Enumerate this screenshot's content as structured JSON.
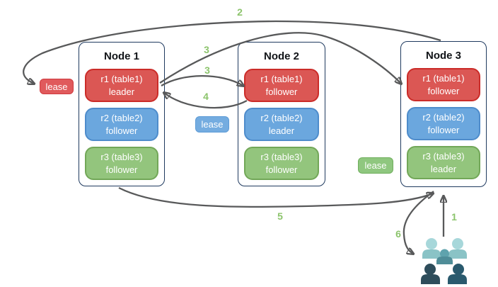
{
  "diagram_title": "leaseholder-rebalancing-diagram",
  "colors": {
    "background": "#ffffff",
    "node_border": "#1f3a5f",
    "arrow": "#58595a",
    "step_label": "#8cc46c",
    "red_fill": "#db5754",
    "red_border": "#cb2c29",
    "blue_fill": "#6ba7de",
    "blue_border": "#4e8ccb",
    "green_fill": "#93c57d",
    "green_border": "#72a758"
  },
  "nodes": [
    {
      "title": "Node 1",
      "replicas": [
        {
          "range": "r1 (table1)",
          "role": "leader",
          "color": "red"
        },
        {
          "range": "r2 (table2)",
          "role": "follower",
          "color": "blue"
        },
        {
          "range": "r3 (table3)",
          "role": "follower",
          "color": "green"
        }
      ]
    },
    {
      "title": "Node 2",
      "replicas": [
        {
          "range": "r1 (table1)",
          "role": "follower",
          "color": "red"
        },
        {
          "range": "r2 (table2)",
          "role": "leader",
          "color": "blue"
        },
        {
          "range": "r3 (table3)",
          "role": "follower",
          "color": "green"
        }
      ]
    },
    {
      "title": "Node 3",
      "replicas": [
        {
          "range": "r1 (table1)",
          "role": "follower",
          "color": "red"
        },
        {
          "range": "r2 (table2)",
          "role": "follower",
          "color": "blue"
        },
        {
          "range": "r3 (table3)",
          "role": "leader",
          "color": "green"
        }
      ]
    }
  ],
  "leases": [
    {
      "label": "lease",
      "color": "red"
    },
    {
      "label": "lease",
      "color": "blue"
    },
    {
      "label": "lease",
      "color": "green"
    }
  ],
  "steps": {
    "s1": "1",
    "s2": "2",
    "s3a": "3",
    "s3b": "3",
    "s4": "4",
    "s5": "5",
    "s6": "6"
  },
  "users_icon": {
    "name": "users-group",
    "colors": {
      "back_head": "#a7d7da",
      "back_body": "#8ac3c6",
      "middle_head": "#5fa3ad",
      "middle_body": "#4f8d98",
      "front_left": "#2e4d5b",
      "front_right": "#2a5a6e"
    }
  }
}
